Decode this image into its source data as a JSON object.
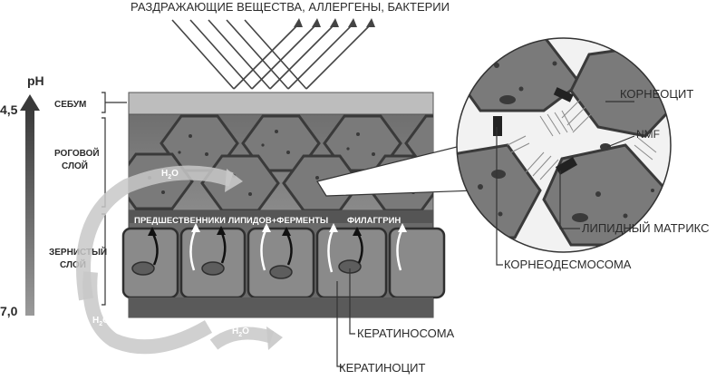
{
  "labels": {
    "top": "РАЗДРАЖАЮЩИЕ ВЕЩЕСТВА,  АЛЛЕРГЕНЫ,  БАКТЕРИИ",
    "ph": "pH",
    "ph_top": "4,5",
    "ph_bottom": "7,0",
    "sebum": "СЕБУМ",
    "stratum_corneum_1": "РОГОВОЙ",
    "stratum_corneum_2": "СЛОЙ",
    "granular_1": "ЗЕРНИСТЫЙ",
    "granular_2": "СЛОЙ",
    "water": "H",
    "water_sub": "2",
    "water_o": "O",
    "precursors": "ПРЕДШЕСТВЕННИКИ ЛИПИДОВ+ФЕРМЕНТЫ",
    "filaggrin": "ФИЛАГГРИН",
    "corneocyte": "КОРНЕОЦИТ",
    "nmf": "NMF",
    "lipid_matrix": "ЛИПИДНЫЙ МАТРИКС",
    "corneodesmosome": "КОРНЕОДЕСМОСОМА",
    "keratinosome": "КЕРАТИНОСОМА",
    "keratinocyte": "КЕРАТИНОЦИТ"
  },
  "colors": {
    "cell_dark": "#5a5a5a",
    "cell_mid": "#7d7d7d",
    "sebum": "#bdbdbd",
    "lipid": "#f0f0f0",
    "arrow_grey": "#b5b5b5"
  }
}
